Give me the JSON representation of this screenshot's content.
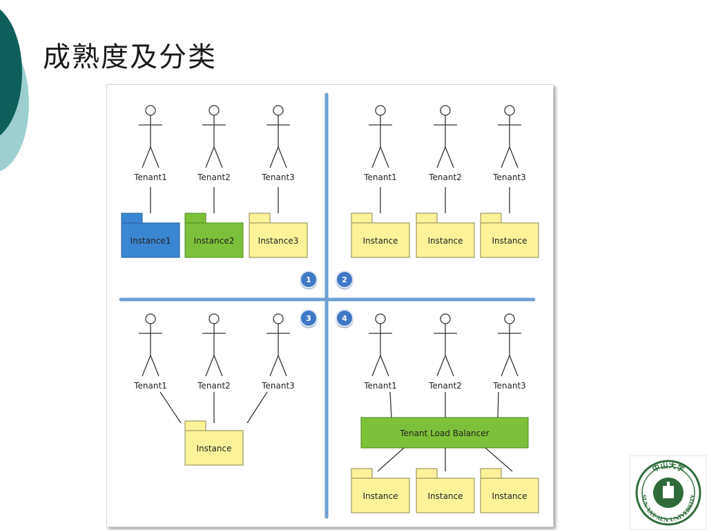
{
  "slide": {
    "title": "成熟度及分类"
  },
  "colors": {
    "decor_dark": "#0e5f5a",
    "decor_light": "#9ccfcd",
    "divider": "#6f9fd2",
    "blue_box": "#3b86d0",
    "green_box": "#7cc13a",
    "yellow_box": "#fbf29a",
    "badge": "#3f79c6",
    "logo_green": "#2f6b3a"
  },
  "diagram": {
    "quadrants": [
      {
        "badge": "1",
        "tenants": [
          "Tenant1",
          "Tenant2",
          "Tenant3"
        ],
        "instances": [
          {
            "label": "Instance1",
            "color": "blue"
          },
          {
            "label": "Instance2",
            "color": "green"
          },
          {
            "label": "Instance3",
            "color": "yellow"
          }
        ]
      },
      {
        "badge": "2",
        "tenants": [
          "Tenant1",
          "Tenant2",
          "Tenant3"
        ],
        "instances": [
          {
            "label": "Instance",
            "color": "yellow"
          },
          {
            "label": "Instance",
            "color": "yellow"
          },
          {
            "label": "Instance",
            "color": "yellow"
          }
        ]
      },
      {
        "badge": "3",
        "tenants": [
          "Tenant1",
          "Tenant2",
          "Tenant3"
        ],
        "instances": [
          {
            "label": "Instance",
            "color": "yellow"
          }
        ]
      },
      {
        "badge": "4",
        "tenants": [
          "Tenant1",
          "Tenant2",
          "Tenant3"
        ],
        "load_balancer": "Tenant Load Balancer",
        "instances": [
          {
            "label": "Instance",
            "color": "yellow"
          },
          {
            "label": "Instance",
            "color": "yellow"
          },
          {
            "label": "Instance",
            "color": "yellow"
          }
        ]
      }
    ]
  },
  "logo": {
    "text": "SUN YAT-SEN UNIVERSITY",
    "chars": "中山大学"
  }
}
